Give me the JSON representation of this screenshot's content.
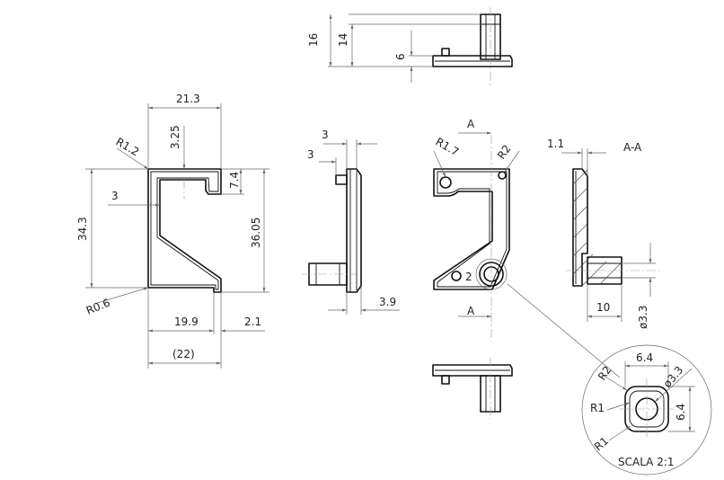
{
  "top_view": {
    "dim_total_height": "16",
    "dim_height": "14",
    "dim_base": "6"
  },
  "front_view": {
    "dim_width": "21.3",
    "dim_top_gap": "3.25",
    "dim_corner_radius": "R1.2",
    "dim_notch": "7.4",
    "dim_wall": "3",
    "dim_height_left": "34.3",
    "dim_height_right": "36.05",
    "dim_bottom_radius": "R0.6",
    "dim_bottom_width": "19.9",
    "dim_bottom_right": "2.1",
    "dim_reference_width": "(22)"
  },
  "side_view": {
    "dim_a": "3",
    "dim_b": "3",
    "dim_offset": "3.9"
  },
  "section_view": {
    "radius_left": "R1.7",
    "radius_right": "R2",
    "section_label": "A",
    "detail_marker": "2"
  },
  "section_aa": {
    "title": "A-A",
    "dim_flange": "1.1",
    "dim_length": "10",
    "dim_diameter": "ø3.3"
  },
  "detail_view": {
    "dim_width": "6.4",
    "dim_height": "6.4",
    "dim_diameter": "ø3.3",
    "radius_top": "R2",
    "radius_mid": "R1",
    "radius_low": "R1",
    "scale": "SCALA 2:1"
  }
}
